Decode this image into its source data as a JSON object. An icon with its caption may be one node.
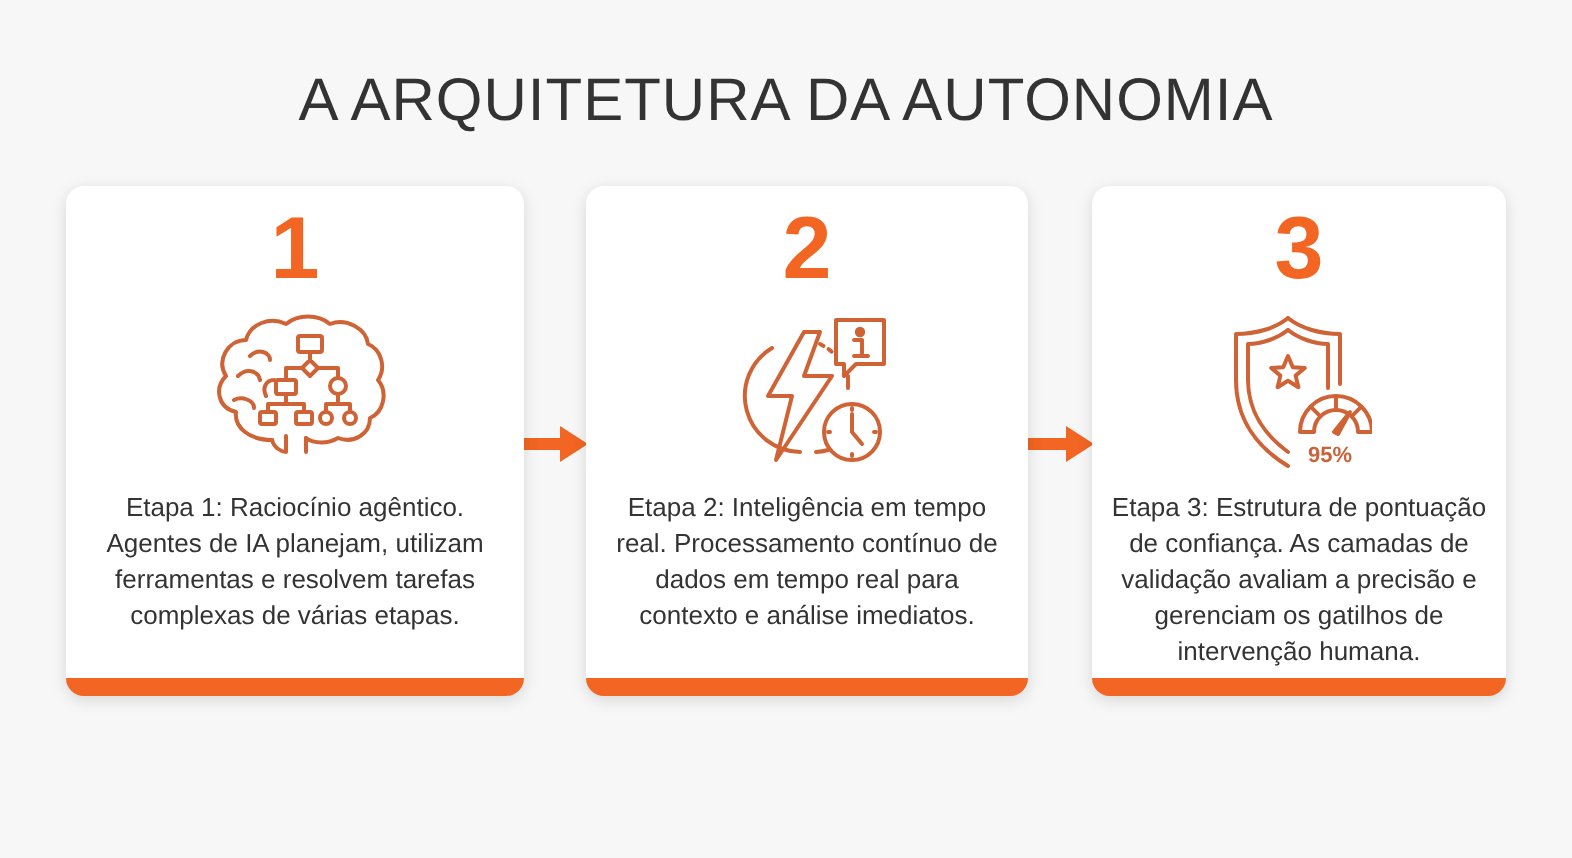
{
  "diagram": {
    "title": "A ARQUITETURA DA AUTONOMIA",
    "nodes": [
      {
        "text": [
          "1",
          "Etapa 1: Raciocínio agêntico. Agentes de IA planejam, utilizam ferramentas e resolvem tarefas complexas de várias etapas."
        ]
      },
      {
        "text": [
          "2",
          "Etapa 2: Inteligência em tempo real. Processamento contínuo de dados em tempo real para contexto e análise imediatos."
        ]
      },
      {
        "text": [
          "3",
          "Etapa 3: Estrutura de pontuação de confiança. As camadas de validação avaliam a precisão e gerenciam os gatilhos de intervenção humana."
        ]
      }
    ],
    "edges": [
      {
        "from": 0,
        "to": 1,
        "arrow": "to"
      },
      {
        "from": 1,
        "to": 2,
        "arrow": "to"
      }
    ],
    "labels": [
      "95%"
    ]
  }
}
